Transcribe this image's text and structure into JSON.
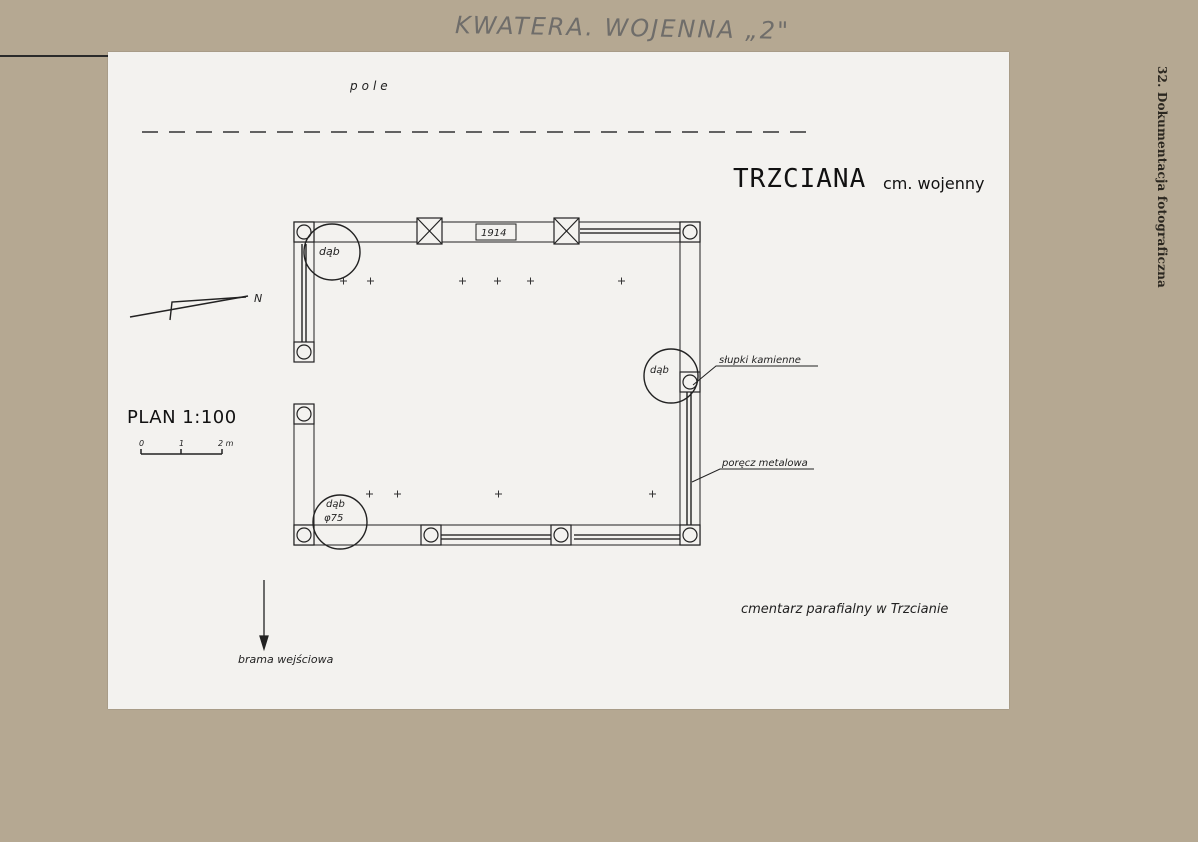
{
  "header": {
    "handwritten_title": "KWATERA. WOJENNA „2\""
  },
  "side_caption": "32. Dokumentacja fotograficzna",
  "sheet": {
    "top_label": "pole",
    "title": "TRZCIANA",
    "subtitle": "cm. wojenny",
    "plan_label": "PLAN 1:100",
    "scale_ticks": [
      "0",
      "1",
      "2 m"
    ],
    "north_label": "N",
    "year_plaque": "1914",
    "tree_labels": [
      "dąb",
      "dąb",
      "dąb",
      "φ75"
    ],
    "annotations": {
      "stones": "słupki kamienne",
      "railing": "poręcz metalowa"
    },
    "cemetery_note": "cmentarz parafialny w Trzcianie",
    "gate_note": "brama wejściowa"
  },
  "colors": {
    "board": "#b5a892",
    "paper": "#f3f2ef",
    "ink": "#222222"
  }
}
